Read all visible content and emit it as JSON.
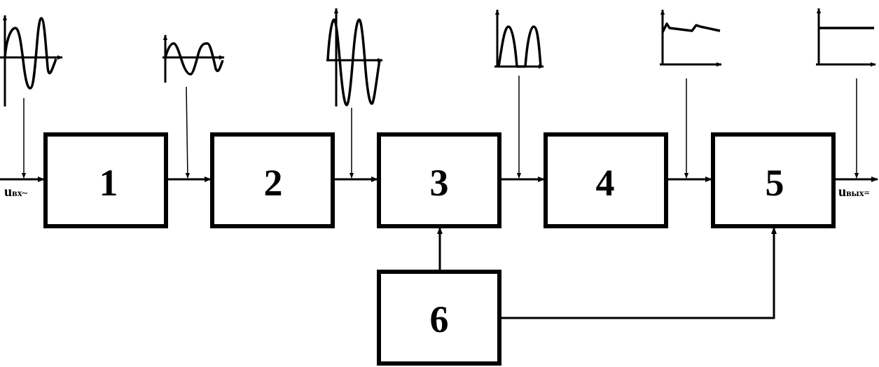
{
  "blocks": {
    "b1": "1",
    "b2": "2",
    "b3": "3",
    "b4": "4",
    "b5": "5",
    "b6": "6"
  },
  "input_label": {
    "main": "u",
    "sub": "вх~"
  },
  "output_label": {
    "main": "u",
    "sub": "вых="
  }
}
